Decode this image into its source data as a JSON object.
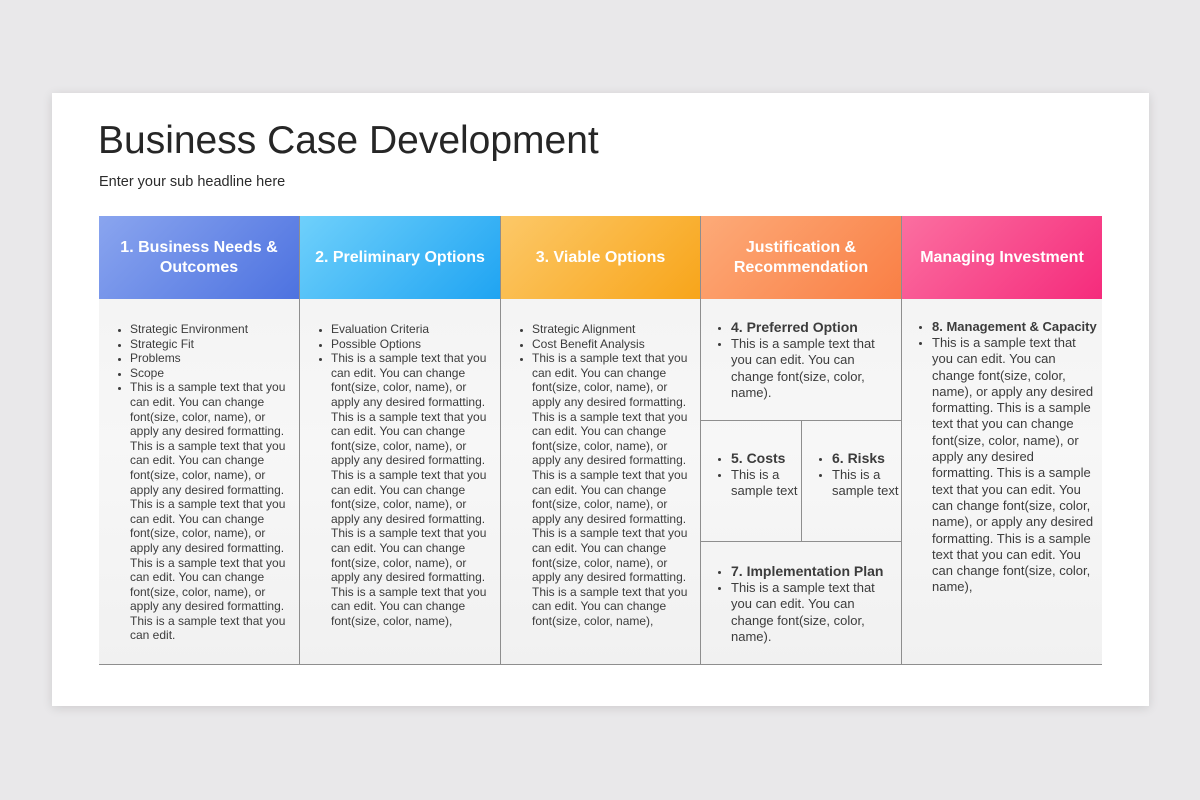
{
  "slide": {
    "title": "Business Case Development",
    "subtitle": "Enter your sub headline here"
  },
  "colors": {
    "col1": "#5b7ee3",
    "col2": "#2aabf3",
    "col3": "#f8ad2c",
    "col4": "#fa8a52",
    "col5": "#f63a85"
  },
  "columns": [
    {
      "header": "1. Business Needs & Outcomes",
      "items": [
        "Strategic Environment",
        "Strategic Fit",
        "Problems",
        "Scope",
        "This is a sample text that you can edit. You can change font(size, color, name), or apply any desired formatting. This is a sample text that you can edit. You can change font(size, color, name), or apply any desired formatting. This is a sample text that you can edit. You can change font(size, color, name), or apply any desired formatting. This is a sample text that you can edit. You can change font(size, color, name), or apply any desired formatting. This is a sample text that you can edit."
      ]
    },
    {
      "header": "2. Preliminary Options",
      "items": [
        "Evaluation Criteria",
        "Possible Options",
        "This is a sample text that you can edit. You can change font(size, color, name), or apply any desired formatting. This is a sample text that you can edit. You can change font(size, color, name), or apply any desired formatting. This is a sample text that you can edit. You can change font(size, color, name), or apply any desired formatting. This is a sample text that you can edit. You can change font(size, color, name), or apply any desired formatting. This is a sample text that you can edit. You can change font(size, color, name),"
      ]
    },
    {
      "header": "3. Viable Options",
      "items": [
        "Strategic Alignment",
        "Cost Benefit Analysis",
        "This is a sample text that you can edit. You can change font(size, color, name), or apply any desired formatting. This is a sample text that you can edit. You can change font(size, color, name), or apply any desired formatting. This is a sample text that you can edit. You can change font(size, color, name), or apply any desired formatting. This is a sample text that you can edit. You can change font(size, color, name), or apply any desired formatting. This is a sample text that you can edit. You can change font(size, color, name),"
      ]
    },
    {
      "header": "Justification & Recommendation",
      "preferred": {
        "title": "4. Preferred Option",
        "text": "This is a sample text that you can edit. You can change font(size, color, name)."
      },
      "costs": {
        "title": "5. Costs",
        "text": "This is a sample text"
      },
      "risks": {
        "title": "6. Risks",
        "text": "This is a sample text"
      },
      "implementation": {
        "title": "7. Implementation Plan",
        "text": "This is a sample text that you can edit. You can change font(size, color, name)."
      }
    },
    {
      "header": "Managing Investment",
      "title": "8. Management & Capacity",
      "text": "This is a sample text that you can edit. You can change font(size, color, name), or apply any desired formatting. This is a sample text that you can change font(size, color, name), or apply any desired formatting. This is a sample text that you can edit. You can change font(size, color, name), or apply any desired formatting. This is a sample text that you can edit. You can change font(size, color, name),"
    }
  ]
}
